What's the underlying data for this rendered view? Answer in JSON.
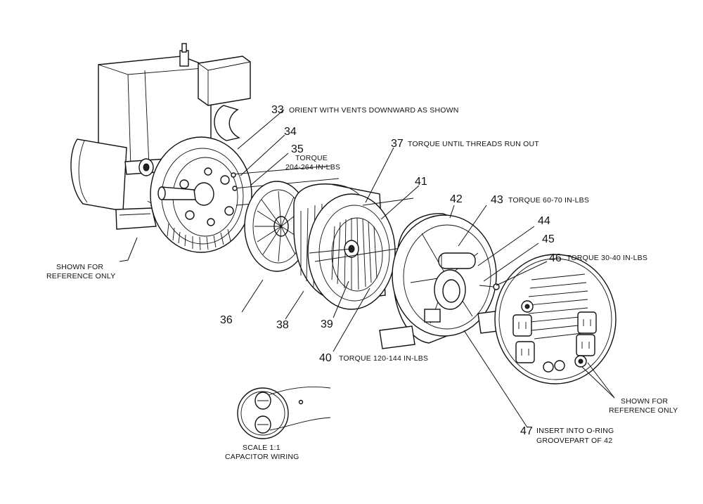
{
  "callouts": [
    {
      "id": "33",
      "number": "33",
      "note": "ORIENT WITH VENTS DOWNWARD AS SHOWN"
    },
    {
      "id": "34",
      "number": "34",
      "note": ""
    },
    {
      "id": "35",
      "number": "35",
      "note": "TORQUE",
      "note2": "204-264 IN-LBS"
    },
    {
      "id": "36",
      "number": "36",
      "note": ""
    },
    {
      "id": "37",
      "number": "37",
      "note": "TORQUE UNTIL THREADS RUN OUT"
    },
    {
      "id": "38",
      "number": "38",
      "note": ""
    },
    {
      "id": "39",
      "number": "39",
      "note": ""
    },
    {
      "id": "40",
      "number": "40",
      "note": "TORQUE 120-144 IN-LBS"
    },
    {
      "id": "41",
      "number": "41",
      "note": ""
    },
    {
      "id": "42",
      "number": "42",
      "note": ""
    },
    {
      "id": "43",
      "number": "43",
      "note": "TORQUE 60-70 IN-LBS"
    },
    {
      "id": "44",
      "number": "44",
      "note": ""
    },
    {
      "id": "45",
      "number": "45",
      "note": ""
    },
    {
      "id": "46",
      "number": "46",
      "note": "TORQUE 30-40 IN-LBS"
    },
    {
      "id": "47",
      "number": "47",
      "note": "INSERT INTO O-RING",
      "note2": "GROOVEPART OF 42"
    }
  ],
  "reference_left": {
    "line1": "SHOWN FOR",
    "line2": "REFERENCE ONLY"
  },
  "reference_right": {
    "line1": "SHOWN FOR",
    "line2": "REFERENCE ONLY"
  },
  "capacitor_inset": {
    "line1": "SCALE 1:1",
    "line2": "CAPACITOR WIRING"
  }
}
